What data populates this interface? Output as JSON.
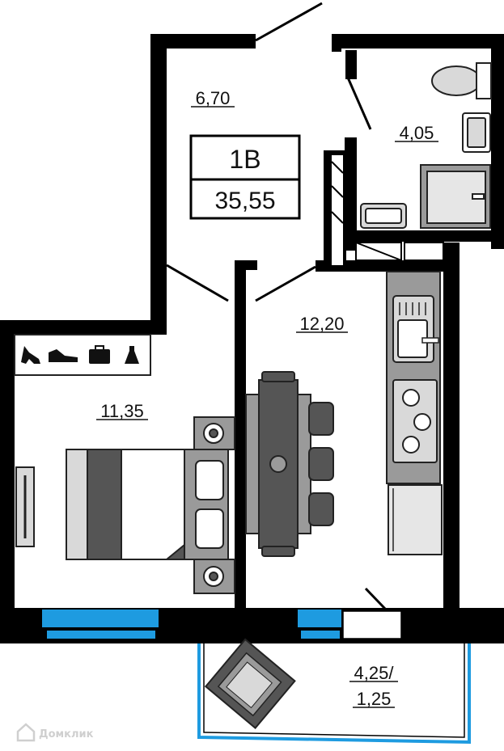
{
  "unit": {
    "code": "1В",
    "total_area": "35,55"
  },
  "rooms": {
    "hall": {
      "area": "6,70"
    },
    "bathroom": {
      "area": "4,05"
    },
    "kitchen": {
      "area": "12,20"
    },
    "bedroom": {
      "area": "11,35"
    },
    "balcony": {
      "area_line1": "4,25/",
      "area_line2": "1,25"
    }
  },
  "colors": {
    "wall": "#000000",
    "window": "#1e9be0",
    "furniture_dark": "#555555",
    "furniture_mid": "#9a9a9a",
    "furniture_light": "#d9d9d9"
  },
  "watermark": {
    "text": "Домклик"
  }
}
